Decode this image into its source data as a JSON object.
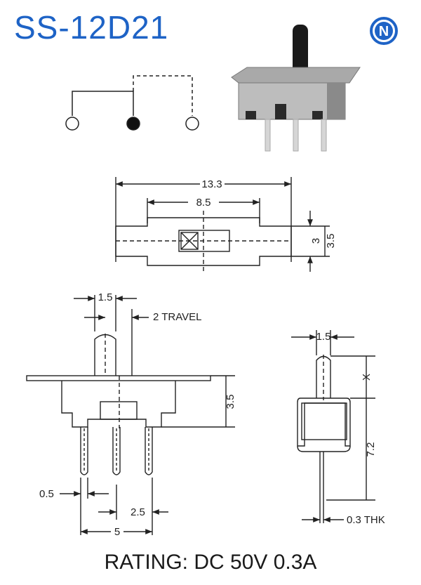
{
  "title": "SS-12D21",
  "logo_letter": "N",
  "rating": "RATING: DC 50V 0.3A",
  "colors": {
    "title": "#1e63c6",
    "logo": "#1e63c6",
    "line": "#222222"
  },
  "dimensions": {
    "top_view": {
      "overall_length": "13.3",
      "housing_length": "8.5",
      "height": "3.5",
      "slot_width": "3"
    },
    "front_view": {
      "actuator_width": "1.5",
      "travel": "2 TRAVEL",
      "body_height": "3.5",
      "pin_width": "0.5",
      "pin_pitch": "2.5",
      "pin_span": "5"
    },
    "side_view": {
      "actuator_width": "1.5",
      "actuator_height": "X",
      "body_height": "7.2",
      "pin_thickness": "0.3 THK"
    }
  }
}
